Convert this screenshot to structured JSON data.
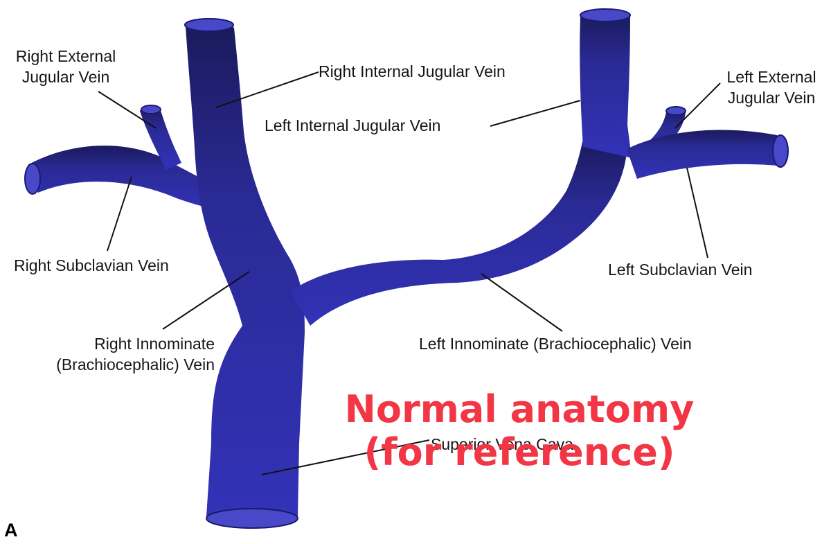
{
  "labels": {
    "right_ext_jugular_1": "Right External",
    "right_ext_jugular_2": "Jugular Vein",
    "right_int_jugular": "Right Internal Jugular Vein",
    "left_int_jugular": "Left Internal Jugular Vein",
    "left_ext_jugular_1": "Left External",
    "left_ext_jugular_2": "Jugular Vein",
    "right_subclavian": "Right Subclavian Vein",
    "left_subclavian": "Left Subclavian Vein",
    "right_innominate_1": "Right Innominate",
    "right_innominate_2": "(Brachiocephalic) Vein",
    "left_innominate": "Left Innominate (Brachiocephalic) Vein",
    "svc": "Superior Vena Cava"
  },
  "overlay": {
    "line1": "Normal anatomy",
    "line2": "(for reference)",
    "color": "#f23645"
  },
  "panel_letter": "A",
  "colors": {
    "vein": "#2e2ea8",
    "vein_dark": "#1c1c6e",
    "leader": "#111111"
  }
}
